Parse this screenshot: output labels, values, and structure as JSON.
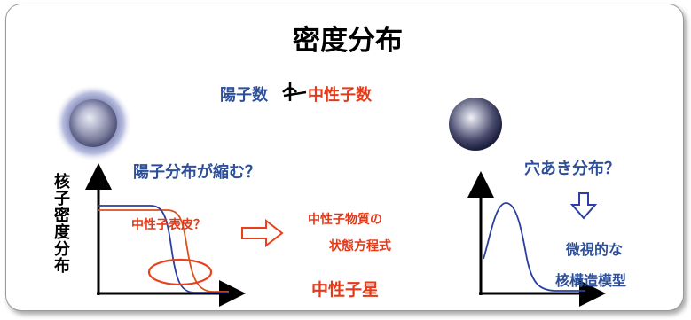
{
  "title": "密度分布",
  "equation": {
    "protons": "陽子数",
    "neutrons": "中性子数"
  },
  "left_panel": {
    "shrink_label": "陽子分布が縮む？",
    "skin_label": "中性子表皮？",
    "y_axis_label": "核子密度分布"
  },
  "middle": {
    "matter_line1": "中性子物質の",
    "matter_line2": "状態方程式",
    "neutron_star": "中性子星"
  },
  "right_panel": {
    "hole_label": "穴あき分布？",
    "microscopic_line1": "微視的な",
    "microscopic_line2": "核構造模型"
  },
  "colors": {
    "blue_text": "#2d4f9a",
    "red_text": "#e43a1a",
    "proton_curve": "#2a3fa0",
    "neutron_curve": "#d9501f",
    "highlight": "#e8411c"
  }
}
